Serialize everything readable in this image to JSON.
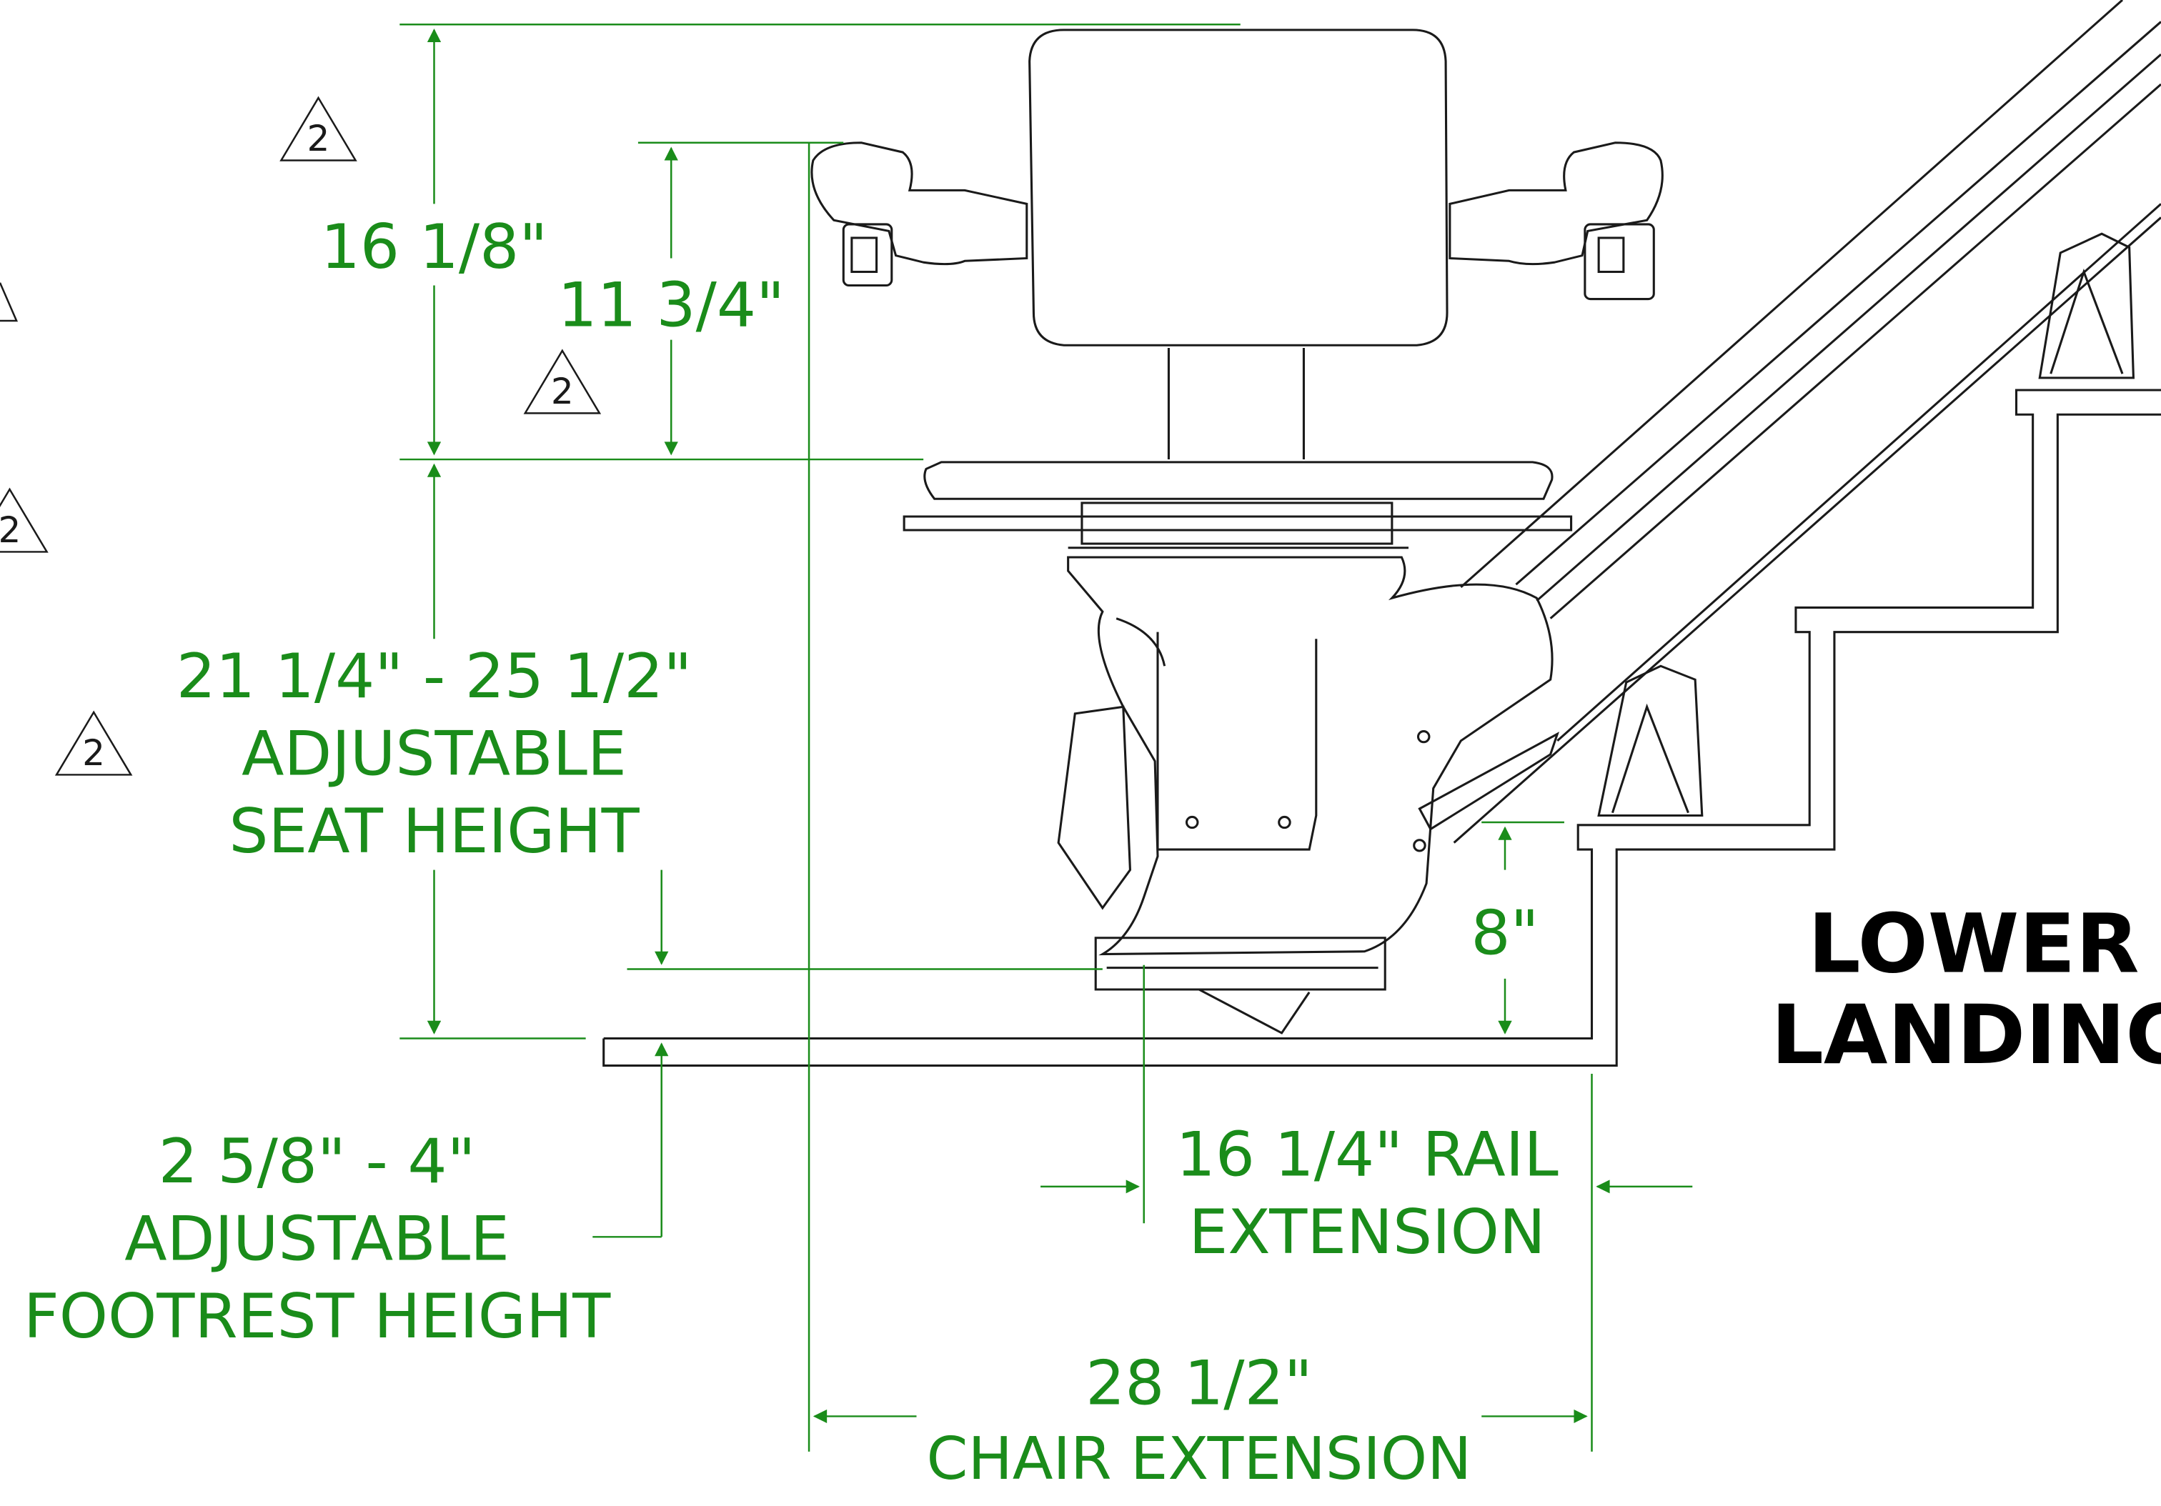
{
  "colors": {
    "dimension": "#1a8c1a",
    "outline": "#1a1a1a",
    "paper": "#ffffff"
  },
  "revision_marker": "2",
  "dimensions": {
    "backrest_height": "16 1/8\"",
    "armrest_height": "11 3/4\"",
    "seat_height_value": "21 1/4\" - 25 1/2\"",
    "seat_height_line2": "ADJUSTABLE",
    "seat_height_line3": "SEAT HEIGHT",
    "footrest_value": "2 5/8\" - 4\"",
    "footrest_line2": "ADJUSTABLE",
    "footrest_line3": "FOOTREST HEIGHT",
    "rail_height": "8\"",
    "rail_extension_line1": "16 1/4\" RAIL",
    "rail_extension_line2": "EXTENSION",
    "chair_extension_value": "28 1/2\"",
    "chair_extension_label": "CHAIR EXTENSION"
  },
  "landing": {
    "line1": "LOWER",
    "line2": "LANDING"
  }
}
